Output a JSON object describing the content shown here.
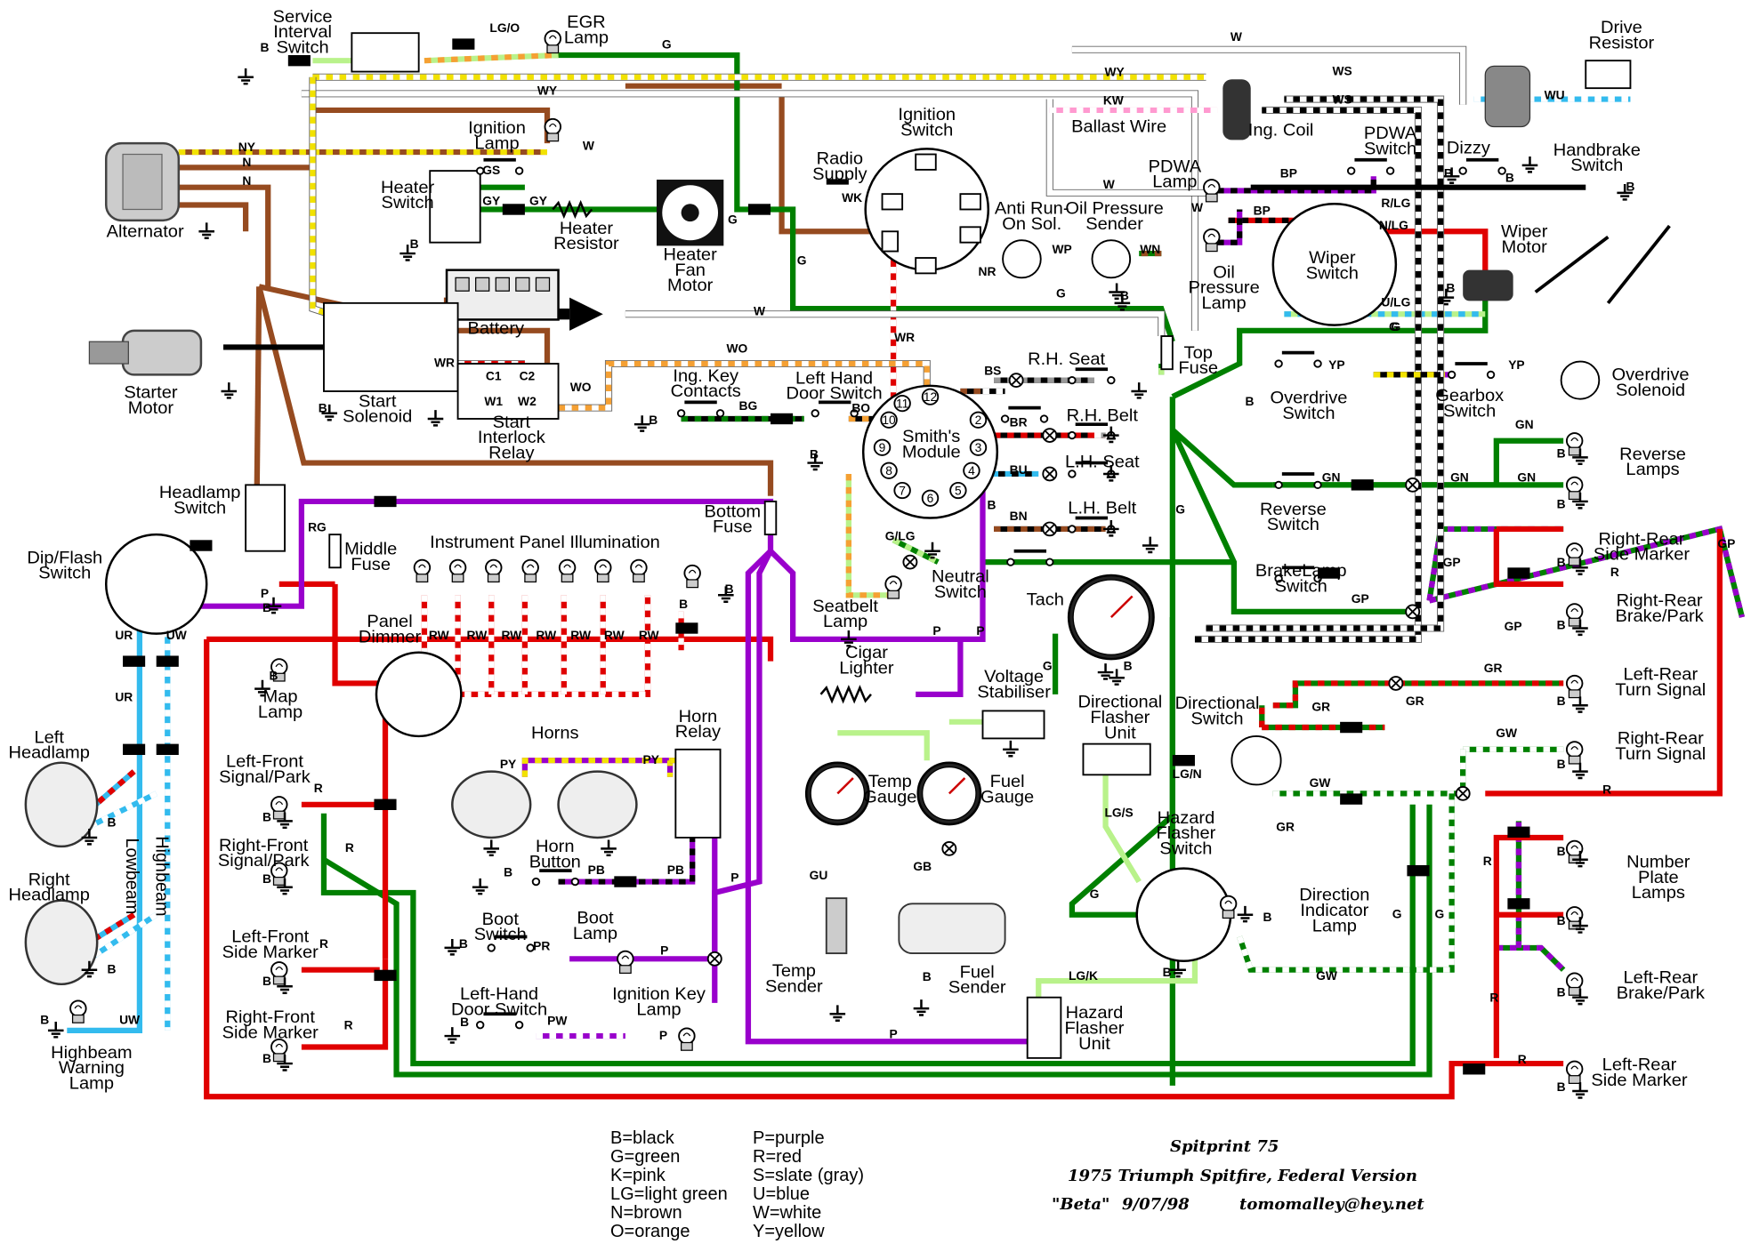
{
  "colors": {
    "black": "#000000",
    "green": "#008000",
    "pink": "#ff9ad0",
    "light_green": "#b9f28b",
    "brown": "#964b20",
    "orange": "#f5a033",
    "purple": "#9900cc",
    "red": "#e00000",
    "slate": "#999999",
    "blue": "#33bbee",
    "white": "#ffffff",
    "yellow": "#f2e200"
  },
  "labels": {
    "service_interval_switch": "Service\nInterval\nSwitch",
    "egr_lamp": "EGR\nLamp",
    "drive_resistor": "Drive\nResistor",
    "alternator": "Alternator",
    "ignition_lamp": "Ignition\nLamp",
    "heater_switch": "Heater\nSwitch",
    "heater_resistor": "Heater\nResistor",
    "heater_fan_motor": "Heater\nFan\nMotor",
    "radio_supply": "Radio\nSupply",
    "ignition_switch": "Ignition\nSwitch",
    "ballast_wire": "Ballast Wire",
    "ing_coil": "Ing. Coil",
    "dizzy": "Dizzy",
    "pdwa_switch": "PDWA\nSwitch",
    "handbrake_switch": "Handbrake\nSwitch",
    "pdwa_lamp": "PDWA\nLamp",
    "anti_run_on_sol": "Anti Run-\nOn Sol.",
    "oil_pressure_sender": "Oil Pressure\nSender",
    "oil_pressure_lamp": "Oil\nPressure\nLamp",
    "wiper_switch": "Wiper\nSwitch",
    "wiper_motor": "Wiper\nMotor",
    "battery": "Battery",
    "starter_motor": "Starter\nMotor",
    "start_solenoid": "Start\nSolenoid",
    "start_interlock_relay": "Start\nInterlock\nRelay",
    "ing_key_contacts": "Ing. Key\nContacts",
    "left_hand_door_switch_top": "Left Hand\nDoor Switch",
    "smiths_module": "Smith's\nModule",
    "rh_seat": "R.H. Seat",
    "rh_belt": "R.H. Belt",
    "lh_seat": "L.H. Seat",
    "lh_belt": "L.H. Belt",
    "top_fuse": "Top\nFuse",
    "overdrive_switch": "Overdrive\nSwitch",
    "gearbox_switch": "Gearbox\nSwitch",
    "overdrive_solenoid": "Overdrive\nSolenoid",
    "reverse_lamps": "Reverse\nLamps",
    "reverse_switch": "Reverse\nSwitch",
    "brakelamp_switch": "BrakeLamp\nSwitch",
    "right_rear_side_marker": "Right-Rear\nSide Marker",
    "right_rear_brake_park": "Right-Rear\nBrake/Park",
    "headlamp_switch": "Headlamp\nSwitch",
    "dip_flash_switch": "Dip/Flash\nSwitch",
    "middle_fuse": "Middle\nFuse",
    "instrument_panel_illumination": "Instrument Panel Illumination",
    "bottom_fuse": "Bottom\nFuse",
    "seatbelt_lamp": "Seatbelt\nLamp",
    "neutral_switch": "Neutral\nSwitch",
    "tach": "Tach",
    "panel_dimmer": "Panel\nDimmer",
    "map_lamp": "Map\nLamp",
    "cigar_lighter": "Cigar\nLighter",
    "voltage_stabiliser": "Voltage\nStabiliser",
    "directional_flasher_unit": "Directional\nFlasher\nUnit",
    "directional_switch": "Directional\nSwitch",
    "left_rear_turn_signal": "Left-Rear\nTurn Signal",
    "right_rear_turn_signal": "Right-Rear\nTurn Signal",
    "left_headlamp": "Left\nHeadlamp",
    "horns": "Horns",
    "horn_relay": "Horn\nRelay",
    "left_front_signal_park": "Left-Front\nSignal/Park",
    "right_front_signal_park": "Right-Front\nSignal/Park",
    "right_headlamp": "Right\nHeadlamp",
    "lowbeam": "Lowbeam",
    "highbeam": "Highbeam",
    "horn_button": "Horn\nButton",
    "temp_gauge": "Temp\nGauge",
    "fuel_gauge": "Fuel\nGauge",
    "hazard_flasher_switch": "Hazard\nFlasher\nSwitch",
    "direction_indicator_lamp": "Direction\nIndicator\nLamp",
    "number_plate_lamps": "Number\nPlate\nLamps",
    "left_front_side_marker": "Left-Front\nSide Marker",
    "boot_switch": "Boot\nSwitch",
    "boot_lamp": "Boot\nLamp",
    "temp_sender": "Temp\nSender",
    "fuel_sender": "Fuel\nSender",
    "left_rear_brake_park": "Left-Rear\nBrake/Park",
    "right_front_side_marker": "Right-Front\nSide Marker",
    "left_hand_door_switch_bottom": "Left-Hand\nDoor Switch",
    "ignition_key_lamp": "Ignition Key\nLamp",
    "hazard_flasher_unit": "Hazard\nFlasher\nUnit",
    "left_rear_side_marker": "Left-Rear\nSide Marker",
    "highbeam_warning_lamp": "Highbeam\nWarning\nLamp"
  },
  "wire_codes": [
    "B",
    "LG/O",
    "G",
    "W",
    "WY",
    "WS",
    "KW",
    "NY",
    "N",
    "GS",
    "GY",
    "WK",
    "BP",
    "R/LG",
    "N/LG",
    "NR",
    "WP",
    "WN",
    "U/LG",
    "WR",
    "C1",
    "C2",
    "W1",
    "W2",
    "WO",
    "BG",
    "BO",
    "BS",
    "BR",
    "BU",
    "BN",
    "YP",
    "GN",
    "G/LG",
    "GP",
    "RG",
    "UR",
    "UW",
    "RW",
    "PY",
    "PB",
    "PR",
    "PW",
    "P",
    "R",
    "GU",
    "GB",
    "LG/N",
    "LG/S",
    "LG/K",
    "GR",
    "GW",
    "WU"
  ],
  "legend": [
    "B=black",
    "G=green",
    "K=pink",
    "LG=light green",
    "N=brown",
    "O=orange",
    "P=purple",
    "R=red",
    "S=slate (gray)",
    "U=blue",
    "W=white",
    "Y=yellow"
  ],
  "credits": {
    "title": "Spitprint 75",
    "subtitle": "1975 Triumph Spitfire, Federal  Version",
    "version": "\"Beta\"",
    "date": "9/07/98",
    "email": "tomomalley@hey.net"
  }
}
